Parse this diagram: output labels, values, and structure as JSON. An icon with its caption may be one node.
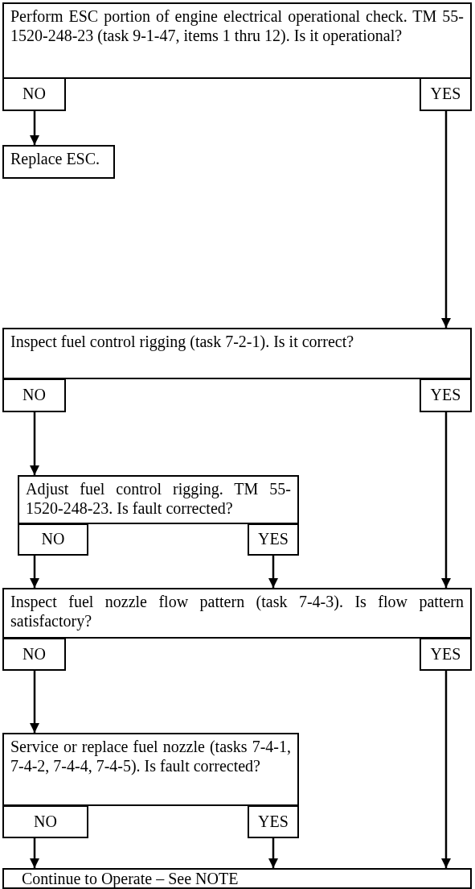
{
  "diagram": {
    "nodes": [
      {
        "text": [
          "Perform ESC portion of engine electrical operational check. TM 55-1520-248-23 (task 9-1-47, items 1 thru 12). Is it operational?"
        ]
      },
      {
        "text": [
          "NO"
        ]
      },
      {
        "text": [
          "YES"
        ]
      },
      {
        "text": [
          "Replace ESC."
        ]
      },
      {
        "text": [
          "Inspect fuel control rigging (task 7-2-1). Is it correct?"
        ]
      },
      {
        "text": [
          "NO"
        ]
      },
      {
        "text": [
          "YES"
        ]
      },
      {
        "text": [
          "Adjust fuel control rigging. TM 55-1520-248-23. Is fault corrected?"
        ]
      },
      {
        "text": [
          "NO"
        ]
      },
      {
        "text": [
          "YES"
        ]
      },
      {
        "text": [
          "Inspect fuel nozzle flow pattern (task 7-4-3). Is flow pattern satisfactory?"
        ]
      },
      {
        "text": [
          "NO"
        ]
      },
      {
        "text": [
          "YES"
        ]
      },
      {
        "text": [
          "Service or replace fuel nozzle (tasks 7-4-1, 7-4-2, 7-4-4, 7-4-5). Is fault corrected?"
        ]
      },
      {
        "text": [
          "NO"
        ]
      },
      {
        "text": [
          "YES"
        ]
      },
      {
        "text": [
          "Continue to Operate – See NOTE"
        ]
      }
    ],
    "edges": [
      {
        "from": 1,
        "to": 3,
        "arrow": "to"
      },
      {
        "from": 2,
        "to": 4,
        "arrow": "to"
      },
      {
        "from": 5,
        "to": 7,
        "arrow": "to"
      },
      {
        "from": 6,
        "to": 10,
        "arrow": "to"
      },
      {
        "from": 8,
        "to": 10,
        "arrow": "to"
      },
      {
        "from": 9,
        "to": 10,
        "arrow": "to"
      },
      {
        "from": 11,
        "to": 13,
        "arrow": "to"
      },
      {
        "from": 12,
        "to": 16,
        "arrow": "to"
      },
      {
        "from": 14,
        "to": 16,
        "arrow": "to"
      },
      {
        "from": 15,
        "to": 16,
        "arrow": "to"
      }
    ]
  }
}
